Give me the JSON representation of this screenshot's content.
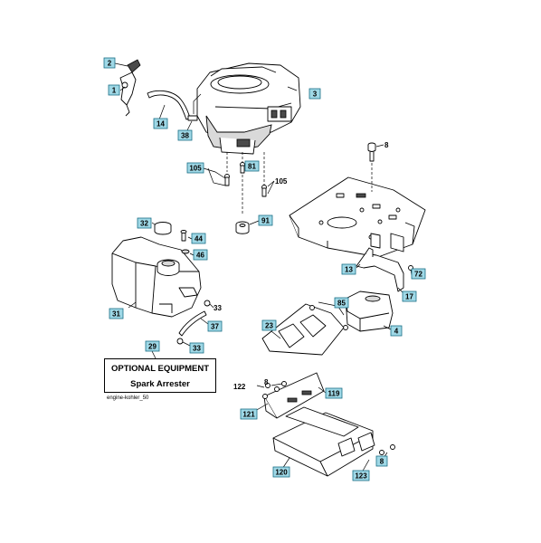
{
  "callouts": {
    "c2": "2",
    "c1": "1",
    "c14": "14",
    "c3": "3",
    "c38": "38",
    "c105a": "105",
    "c81": "81",
    "c105b": "105",
    "c91": "91",
    "c8a": "8",
    "c32": "32",
    "c44": "44",
    "c46": "46",
    "c13": "13",
    "c72": "72",
    "c17": "17",
    "c31": "31",
    "c33a": "33",
    "c85": "85",
    "c23": "23",
    "c37": "37",
    "c4": "4",
    "c29": "29",
    "c33b": "33",
    "c8b": "8",
    "c122": "122",
    "c119": "119",
    "c121": "121",
    "c120": "120",
    "c123": "123",
    "c8c": "8"
  },
  "optional_box": {
    "line1": "OPTIONAL EQUIPMENT",
    "line2": "Spark Arrester"
  },
  "footer": "engine-kohler_50"
}
